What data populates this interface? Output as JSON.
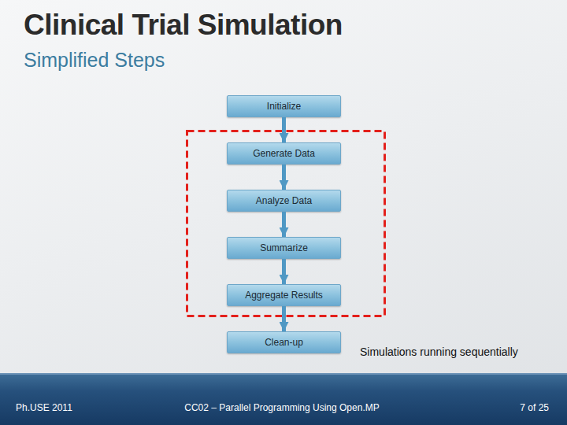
{
  "diagram": {
    "title": "Clinical Trial Simulation",
    "nodes": [
      {
        "text": [
          "Initialize"
        ]
      },
      {
        "text": [
          "Generate Data"
        ]
      },
      {
        "text": [
          "Analyze Data"
        ]
      },
      {
        "text": [
          "Summarize"
        ]
      },
      {
        "text": [
          "Aggregate Results"
        ]
      },
      {
        "text": [
          "Clean-up"
        ]
      }
    ],
    "edges": [
      {
        "from": 0,
        "to": 1,
        "arrow": "to"
      },
      {
        "from": 1,
        "to": 2,
        "arrow": "to"
      },
      {
        "from": 2,
        "to": 3,
        "arrow": "to"
      },
      {
        "from": 3,
        "to": 4,
        "arrow": "to"
      },
      {
        "from": 4,
        "to": 5,
        "arrow": "to"
      }
    ],
    "labels": [
      "Simplified Steps",
      "Simulations running sequentially",
      "Ph.USE 2011",
      "CC02 – Parallel Programming Using Open.MP",
      "7 of 25"
    ]
  }
}
